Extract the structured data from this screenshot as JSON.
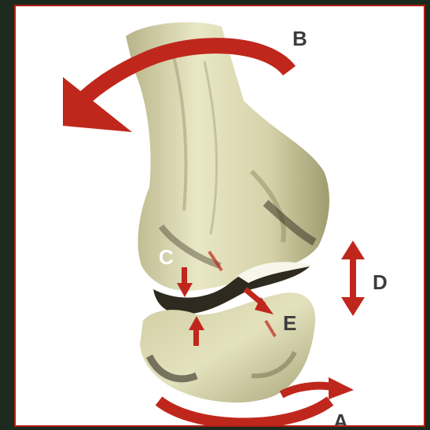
{
  "labels": {
    "a": "A",
    "b": "B",
    "c": "C",
    "d": "D",
    "e": "E"
  },
  "colors": {
    "arrow": "#c0271c",
    "bone_light": "#e6e4bf",
    "bone_mid": "#c9c59a",
    "bone_dark": "#8d8a5e",
    "shadow": "#2f2a1f",
    "label_dark": "#3c3c3c",
    "label_light": "#ffffff"
  }
}
